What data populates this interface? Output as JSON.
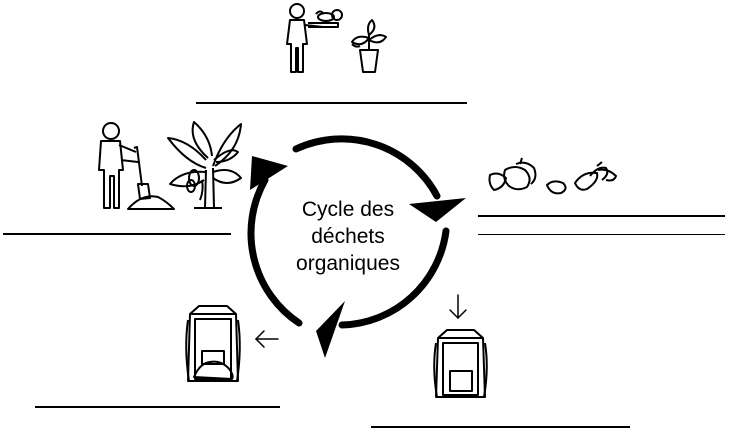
{
  "center_label": {
    "line1": "Cycle des",
    "line2": "déchets",
    "line3": "organiques"
  },
  "icons": {
    "top": [
      "person-serving-food-icon",
      "potted-plant-icon"
    ],
    "upper_right": [
      "fruit-peels-icon"
    ],
    "lower_right": [
      "compost-bin-icon",
      "down-arrow-icon"
    ],
    "lower_left": [
      "compost-bin-with-compost-icon",
      "left-arrow-icon"
    ],
    "upper_left": [
      "gardener-with-shovel-icon",
      "banana-plant-icon"
    ]
  },
  "colors": {
    "ink": "#000000",
    "background": "#ffffff"
  }
}
